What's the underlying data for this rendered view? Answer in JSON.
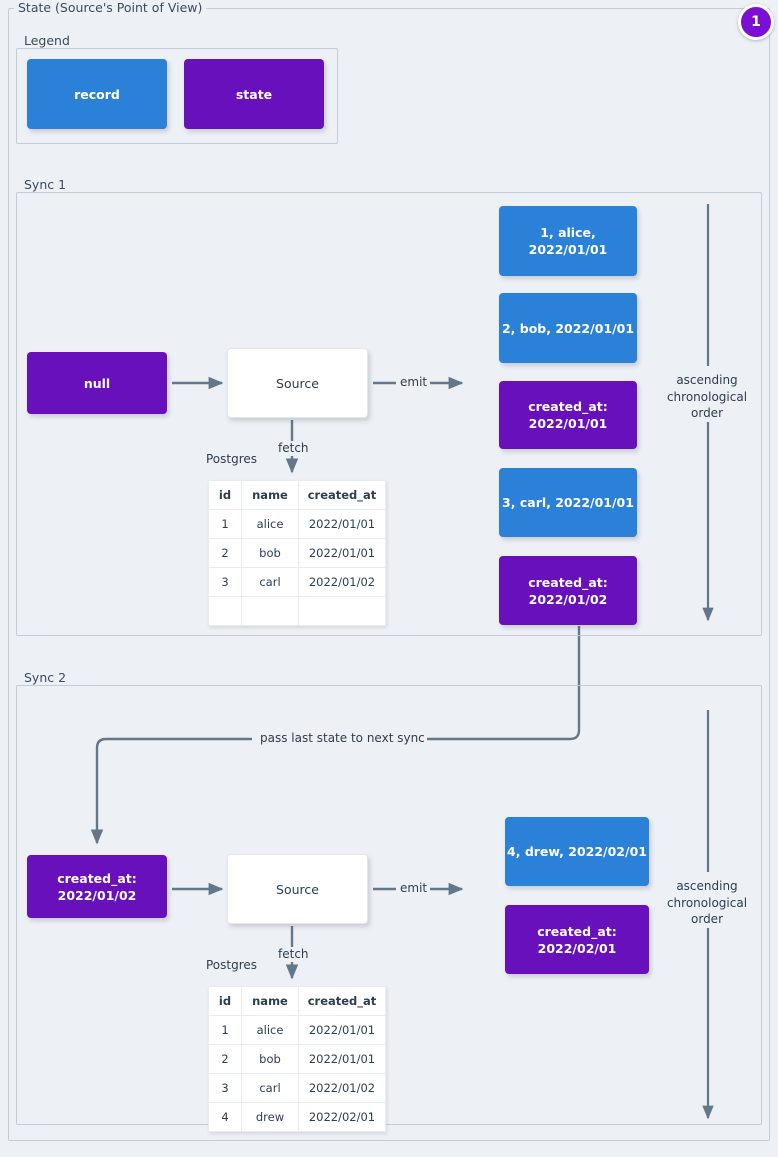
{
  "diagram": {
    "title": "State (Source's Point of View)",
    "step_badge": "1",
    "accent_record_color": "#2b80d8",
    "accent_state_color": "#6910bd",
    "background_color": "#edf0f5",
    "connector_color": "#62788a"
  },
  "legend": {
    "label": "Legend",
    "items": [
      {
        "label": "record",
        "kind": "record"
      },
      {
        "label": "state",
        "kind": "state"
      }
    ]
  },
  "sync1": {
    "label": "Sync 1",
    "input_state": "null",
    "source_label": "Source",
    "fetch_label": "fetch",
    "emit_label": "emit",
    "db_caption": "Postgres",
    "order_note": "ascending chronological order",
    "table": {
      "columns": [
        "id",
        "name",
        "created_at"
      ],
      "rows": [
        [
          "1",
          "alice",
          "2022/01/01"
        ],
        [
          "2",
          "bob",
          "2022/01/01"
        ],
        [
          "3",
          "carl",
          "2022/01/02"
        ],
        [
          "",
          "",
          ""
        ]
      ]
    },
    "emitted": [
      {
        "kind": "record",
        "text": "1, alice, 2022/01/01"
      },
      {
        "kind": "record",
        "text": "2, bob, 2022/01/01"
      },
      {
        "kind": "state",
        "line1": "created_at:",
        "line2": "2022/01/01"
      },
      {
        "kind": "record",
        "text": "3, carl, 2022/01/01"
      },
      {
        "kind": "state",
        "line1": "created_at:",
        "line2": "2022/01/02"
      }
    ]
  },
  "sync2": {
    "label": "Sync 2",
    "pass_state_label": "pass last state to next sync",
    "input_state_line1": "created_at:",
    "input_state_line2": "2022/01/02",
    "source_label": "Source",
    "fetch_label": "fetch",
    "emit_label": "emit",
    "db_caption": "Postgres",
    "order_note": "ascending chronological order",
    "table": {
      "columns": [
        "id",
        "name",
        "created_at"
      ],
      "rows": [
        [
          "1",
          "alice",
          "2022/01/01"
        ],
        [
          "2",
          "bob",
          "2022/01/01"
        ],
        [
          "3",
          "carl",
          "2022/01/02"
        ],
        [
          "4",
          "drew",
          "2022/02/01"
        ]
      ]
    },
    "emitted": [
      {
        "kind": "record",
        "text": "4, drew, 2022/02/01"
      },
      {
        "kind": "state",
        "line1": "created_at:",
        "line2": "2022/02/01"
      }
    ]
  }
}
